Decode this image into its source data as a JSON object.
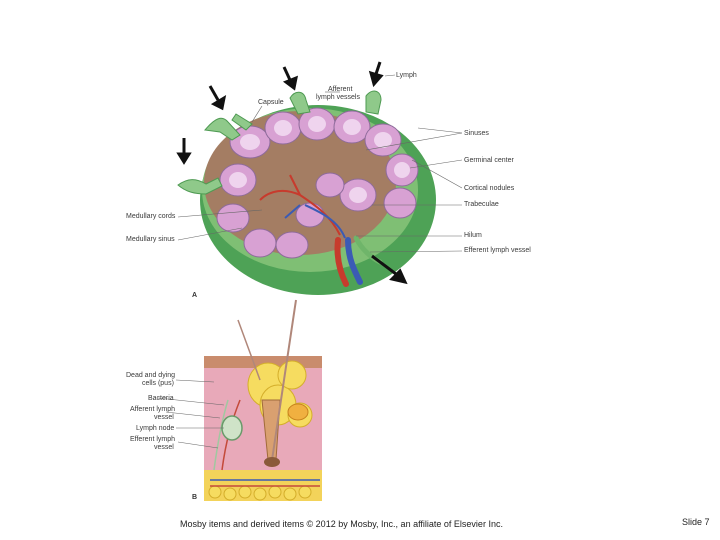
{
  "figure_a": {
    "panel_letter": "A",
    "labels": {
      "lymph": "Lymph",
      "afferent": "Afferent",
      "lymph_vessels": "lymph vessels",
      "capsule": "Capsule",
      "sinuses": "Sinuses",
      "germinal_center": "Germinal center",
      "cortical_nodules": "Cortical nodules",
      "trabeculae": "Trabeculae",
      "medullary_cords": "Medullary cords",
      "medullary_sinus": "Medullary sinus",
      "hilum": "Hilum",
      "efferent_lymph_vessel": "Efferent lymph vessel"
    }
  },
  "figure_b": {
    "panel_letter": "B",
    "labels": {
      "dead_cells_1": "Dead and dying",
      "dead_cells_2": "cells (pus)",
      "bacteria": "Bacteria",
      "afferent_1": "Afferent lymph",
      "afferent_2": "vessel",
      "lymph_node": "Lymph node",
      "efferent_1": "Efferent lymph",
      "efferent_2": "vessel"
    }
  },
  "footer": {
    "credit": "Mosby items and derived items © 2012 by Mosby, Inc., an affiliate of Elsevier Inc.",
    "slide": "Slide 7"
  },
  "colors": {
    "capsule_green": "#3f9a4a",
    "capsule_light": "#8fc98a",
    "cortex_pink": "#d9a6d6",
    "germinal_light": "#efd6ef",
    "artery_red": "#d23a2a",
    "vein_blue": "#3b5bb5",
    "skin_pink": "#e8a9b9",
    "fat_yellow": "#f2d04a"
  }
}
